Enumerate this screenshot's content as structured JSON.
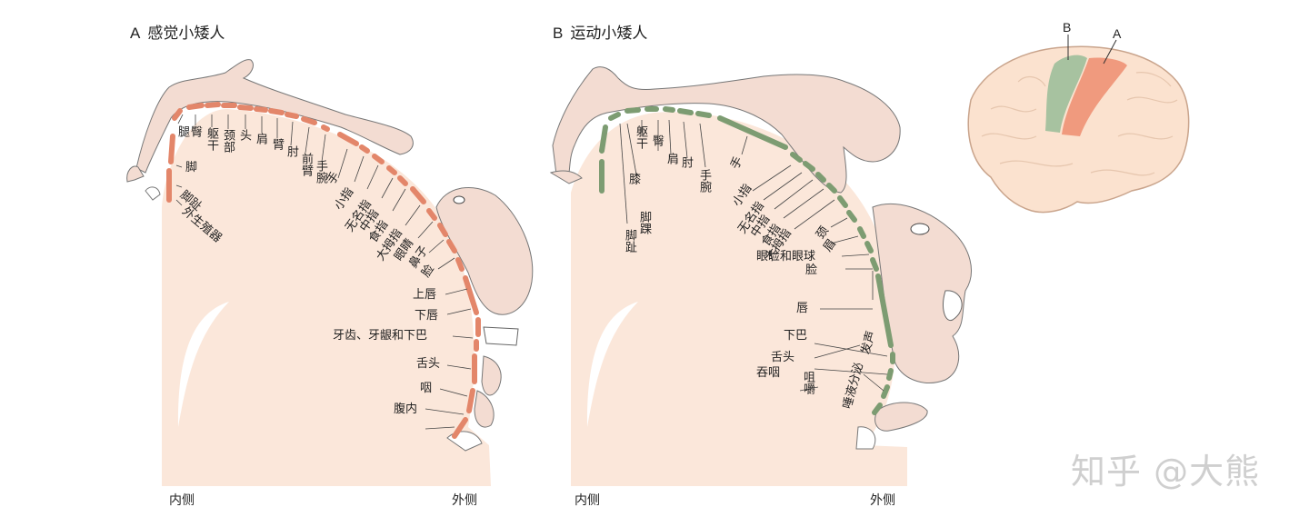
{
  "panel_a": {
    "letter": "A",
    "title": "感觉小矮人",
    "labels": {
      "leg": "腿",
      "hip": "臀",
      "trunk": "躯干",
      "neck": "颈部",
      "head": "头",
      "shoulder": "肩",
      "arm": "臂",
      "elbow": "肘",
      "forearm": "前臂",
      "wrist": "手腕",
      "hand": "手",
      "little": "小指",
      "ring": "无名指",
      "middle": "中指",
      "index": "食指",
      "thumb": "大拇指",
      "eye": "眼睛",
      "nose": "鼻子",
      "face": "脸",
      "foot": "脚",
      "toes": "脚趾",
      "genitals": "外生殖器",
      "upper_lip": "上唇",
      "lower_lip": "下唇",
      "teeth": "牙齿、牙龈和下巴",
      "tongue": "舌头",
      "pharynx": "咽",
      "abdominal": "腹内"
    },
    "medial": "内侧",
    "lateral": "外侧"
  },
  "panel_b": {
    "letter": "B",
    "title": "运动小矮人",
    "labels": {
      "trunk_b": "躯干",
      "shoulder": "肩",
      "elbow": "肘",
      "wrist": "手腕",
      "hand": "手",
      "hip": "臀",
      "knee": "膝",
      "ankle": "脚踝",
      "toes": "脚趾",
      "little": "小指",
      "ring": "无名指",
      "middle": "中指",
      "index": "食指",
      "thumb": "大拇指",
      "neck": "颈",
      "brow": "眉",
      "eyelid": "眼睑和眼球",
      "face": "脸",
      "lips": "唇",
      "jaw": "下巴",
      "tongue": "舌头",
      "swallow": "吞咽",
      "chew": "咀嚼",
      "saliva": "唾液分泌",
      "voice": "发声"
    },
    "medial": "内侧",
    "lateral": "外侧"
  },
  "brain": {
    "label_b": "B",
    "label_a": "A"
  },
  "watermark": "知乎 @大熊",
  "colors": {
    "sensory": "#e3866a",
    "motor": "#7d9c72",
    "cortex": "#fbe7da",
    "skin": "#f3dcd2"
  }
}
